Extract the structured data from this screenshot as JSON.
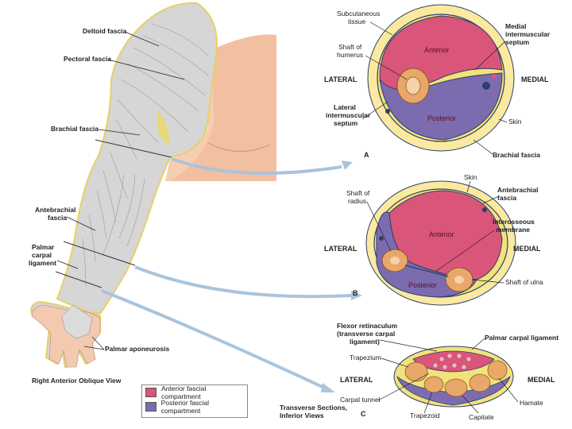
{
  "colors": {
    "anterior": "#d9557a",
    "posterior": "#7d6bb0",
    "bone": "#e8a86a",
    "subcutaneous": "#f2e27a",
    "fascia_line": "#2a3f6b",
    "arrow": "#a9c4dc",
    "skin_light": "#f7cdb2",
    "muscle": "#d6d6d6"
  },
  "arm": {
    "deltoid_fascia": "Deltoid fascia",
    "pectoral_fascia": "Pectoral fascia",
    "brachial_fascia": "Brachial fascia",
    "antebrachial_fascia": "Antebrachial fascia",
    "palmar_carpal_ligament": "Palmar carpal ligament",
    "palmar_aponeurosis": "Palmar aponeurosis",
    "view": "Right Anterior Oblique View"
  },
  "section_a": {
    "subcutaneous_tissue": "Subcutaneous tissue",
    "shaft_of_humerus": "Shaft of humerus",
    "lateral": "LATERAL",
    "medial": "MEDIAL",
    "lateral_septum": "Lateral intermuscular septum",
    "medial_septum": "Medial intermuscular septum",
    "anterior": "Anterior",
    "posterior": "Posterior",
    "skin": "Skin",
    "brachial_fascia": "Brachial fascia",
    "letter": "A"
  },
  "section_b": {
    "shaft_of_radius": "Shaft of radius",
    "skin": "Skin",
    "antebrachial_fascia": "Antebrachial fascia",
    "interosseous_membrane": "Interosseous membrane",
    "lateral": "LATERAL",
    "medial": "MEDIAL",
    "anterior": "Anterior",
    "posterior": "Posterior",
    "shaft_of_ulna": "Shaft of ulna",
    "letter": "B"
  },
  "section_c": {
    "flexor_retinaculum": "Flexor retinaculum (transverse carpal ligament)",
    "palmar_carpal_ligament": "Palmar carpal ligament",
    "trapezium": "Trapezium",
    "lateral": "LATERAL",
    "medial": "MEDIAL",
    "carpal_tunnel": "Carpal tunnel",
    "hamate": "Hamate",
    "trapezoid": "Trapezoid",
    "capitate": "Capitate",
    "letter": "C"
  },
  "legend": {
    "anterior_label": "Anterior fascial compartment",
    "posterior_label": "Posterior fascial compartment"
  },
  "caption": "Transverse Sections, Inferior Views"
}
